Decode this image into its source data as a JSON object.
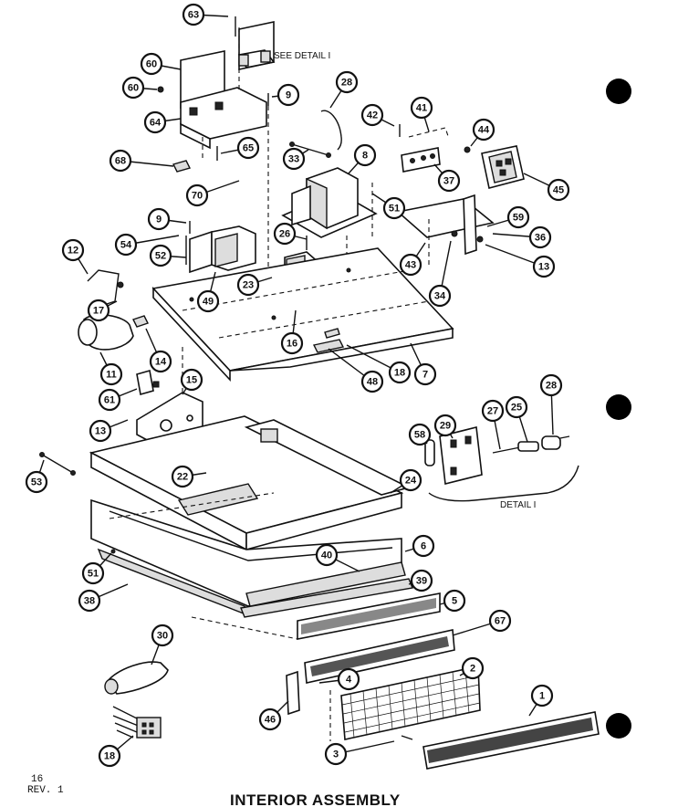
{
  "title": "INTERIOR ASSEMBLY",
  "page_number": "16",
  "revision": "REV. 1",
  "detail_label": "DETAIL I",
  "see_detail_label": "SEE DETAIL I",
  "callouts": [
    {
      "id": "63",
      "label": "63"
    },
    {
      "id": "60a",
      "label": "60"
    },
    {
      "id": "60b",
      "label": "60"
    },
    {
      "id": "9a",
      "label": "9"
    },
    {
      "id": "28a",
      "label": "28"
    },
    {
      "id": "64",
      "label": "64"
    },
    {
      "id": "65",
      "label": "65"
    },
    {
      "id": "68",
      "label": "68"
    },
    {
      "id": "33",
      "label": "33"
    },
    {
      "id": "70",
      "label": "70"
    },
    {
      "id": "8",
      "label": "8"
    },
    {
      "id": "42",
      "label": "42"
    },
    {
      "id": "41",
      "label": "41"
    },
    {
      "id": "44",
      "label": "44"
    },
    {
      "id": "37",
      "label": "37"
    },
    {
      "id": "45",
      "label": "45"
    },
    {
      "id": "51a",
      "label": "51"
    },
    {
      "id": "9b",
      "label": "9"
    },
    {
      "id": "54",
      "label": "54"
    },
    {
      "id": "52",
      "label": "52"
    },
    {
      "id": "26",
      "label": "26"
    },
    {
      "id": "59",
      "label": "59"
    },
    {
      "id": "36",
      "label": "36"
    },
    {
      "id": "43",
      "label": "43"
    },
    {
      "id": "13a",
      "label": "13"
    },
    {
      "id": "12",
      "label": "12"
    },
    {
      "id": "49",
      "label": "49"
    },
    {
      "id": "23",
      "label": "23"
    },
    {
      "id": "34",
      "label": "34"
    },
    {
      "id": "17",
      "label": "17"
    },
    {
      "id": "16",
      "label": "16"
    },
    {
      "id": "14",
      "label": "14"
    },
    {
      "id": "11",
      "label": "11"
    },
    {
      "id": "18a",
      "label": "18"
    },
    {
      "id": "48",
      "label": "48"
    },
    {
      "id": "7",
      "label": "7"
    },
    {
      "id": "61",
      "label": "61"
    },
    {
      "id": "15",
      "label": "15"
    },
    {
      "id": "13b",
      "label": "13"
    },
    {
      "id": "28b",
      "label": "28"
    },
    {
      "id": "25",
      "label": "25"
    },
    {
      "id": "27",
      "label": "27"
    },
    {
      "id": "29",
      "label": "29"
    },
    {
      "id": "58",
      "label": "58"
    },
    {
      "id": "53",
      "label": "53"
    },
    {
      "id": "22",
      "label": "22"
    },
    {
      "id": "24",
      "label": "24"
    },
    {
      "id": "6",
      "label": "6"
    },
    {
      "id": "51b",
      "label": "51"
    },
    {
      "id": "40",
      "label": "40"
    },
    {
      "id": "38",
      "label": "38"
    },
    {
      "id": "39",
      "label": "39"
    },
    {
      "id": "5",
      "label": "5"
    },
    {
      "id": "67",
      "label": "67"
    },
    {
      "id": "30",
      "label": "30"
    },
    {
      "id": "2",
      "label": "2"
    },
    {
      "id": "4",
      "label": "4"
    },
    {
      "id": "1",
      "label": "1"
    },
    {
      "id": "46",
      "label": "46"
    },
    {
      "id": "3",
      "label": "3"
    },
    {
      "id": "18b",
      "label": "18"
    }
  ]
}
